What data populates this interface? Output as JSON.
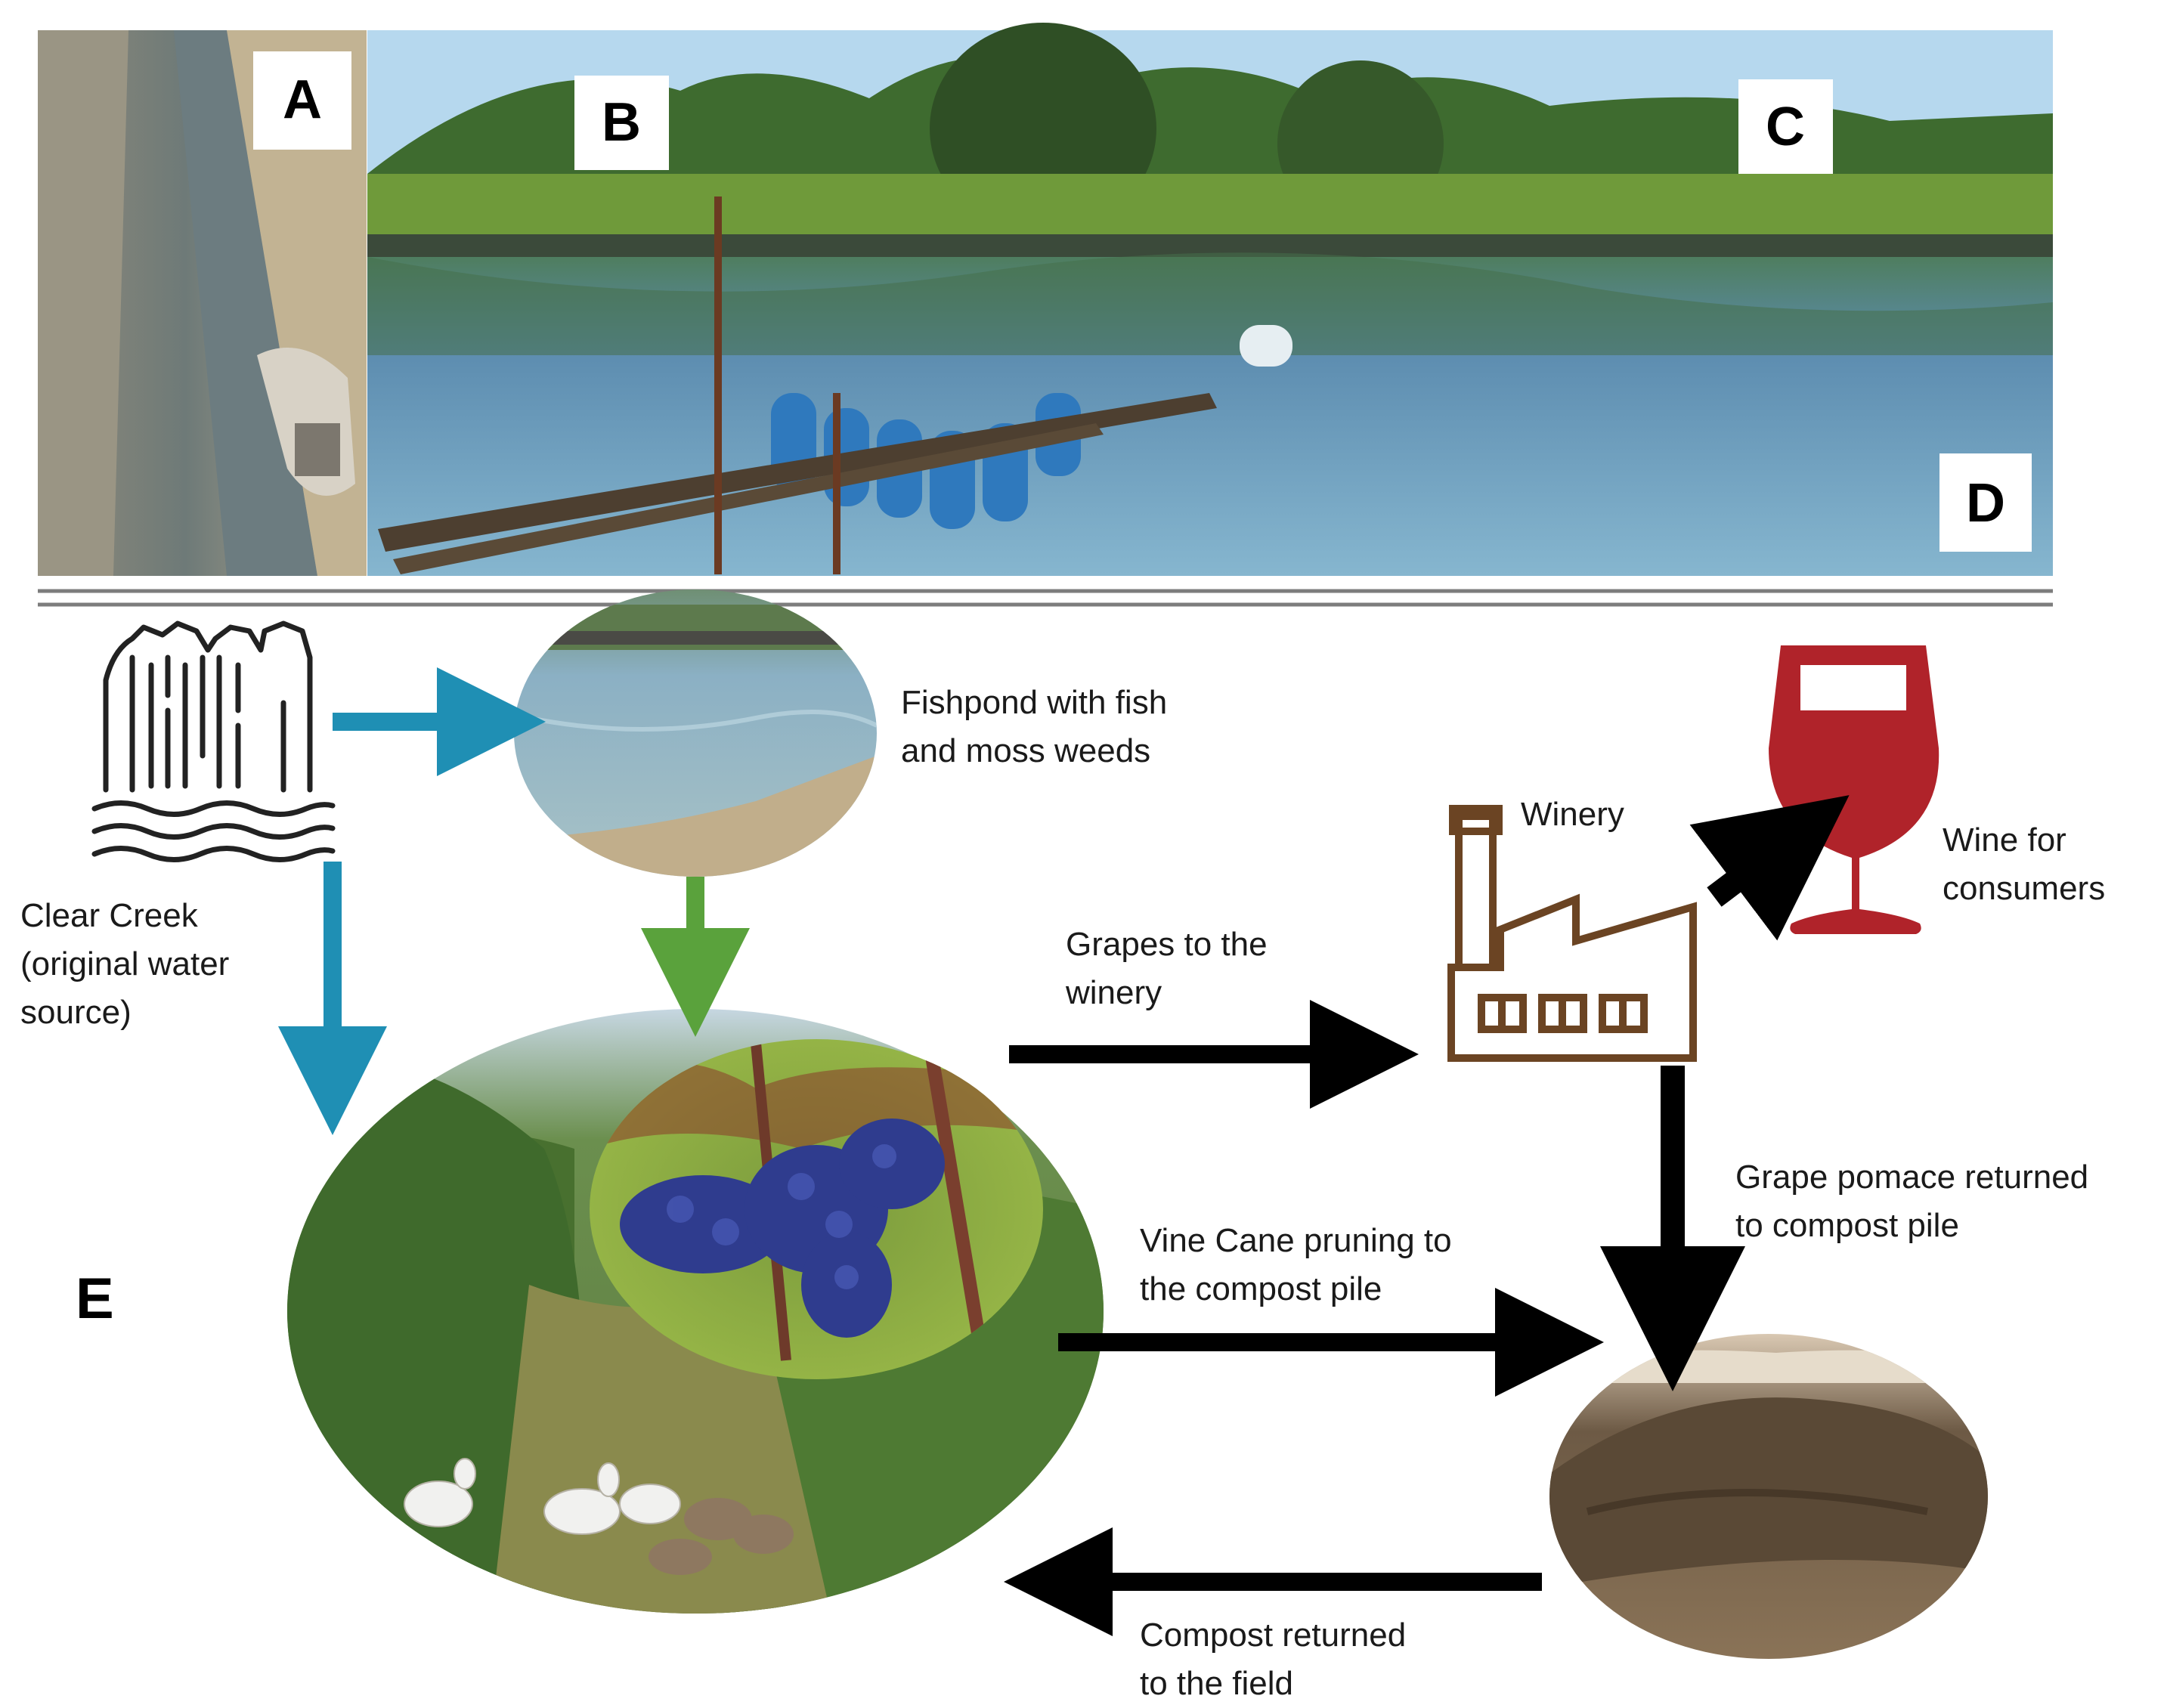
{
  "panel_letters": {
    "a": "A",
    "b": "B",
    "c": "C",
    "d": "D",
    "e": "E"
  },
  "labels": {
    "fishpond": "Fishpond with fish\nand moss weeds",
    "clear_creek": "Clear Creek\n(original water\nsource)",
    "winery": "Winery",
    "wine": "Wine for\nconsumers",
    "grapes_to_winery": "Grapes to the\nwinery",
    "pomace": "Grape pomace returned\nto compost pile",
    "vine_cane": "Vine Cane pruning to\nthe compost pile",
    "compost_returned": "Compost returned\nto the field"
  },
  "colors": {
    "blue_arrow": "#1f8fb4",
    "green_arrow": "#5aa23c",
    "black_arrow": "#000000",
    "winery_icon": "#6b4423",
    "wine_glass": "#b0232a"
  },
  "icons": [
    "waterfall-icon",
    "factory-icon",
    "wine-glass-icon"
  ]
}
